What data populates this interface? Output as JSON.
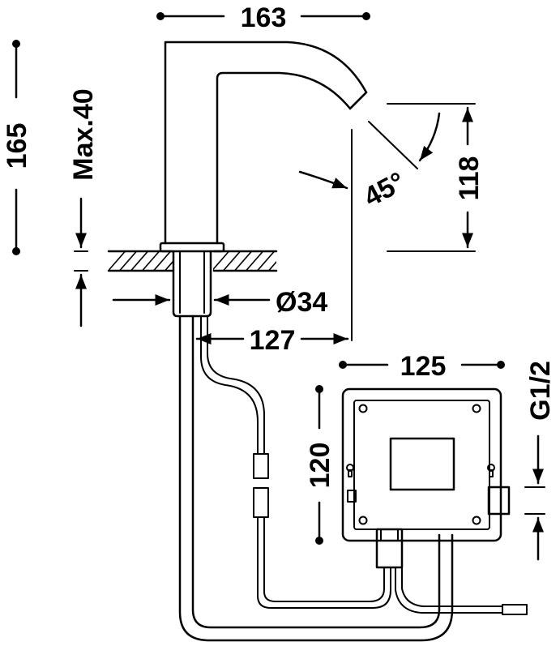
{
  "dimensions": {
    "overall_length": "163",
    "overall_height": "165",
    "max_deck_thickness": "Max.40",
    "spout_height": "118",
    "spray_angle": "45°",
    "body_diameter": "Ø34",
    "spout_reach": "127",
    "box_width": "125",
    "box_height": "120",
    "connection_thread": "G1/2"
  },
  "colors": {
    "line": "#000000",
    "background": "#ffffff"
  }
}
